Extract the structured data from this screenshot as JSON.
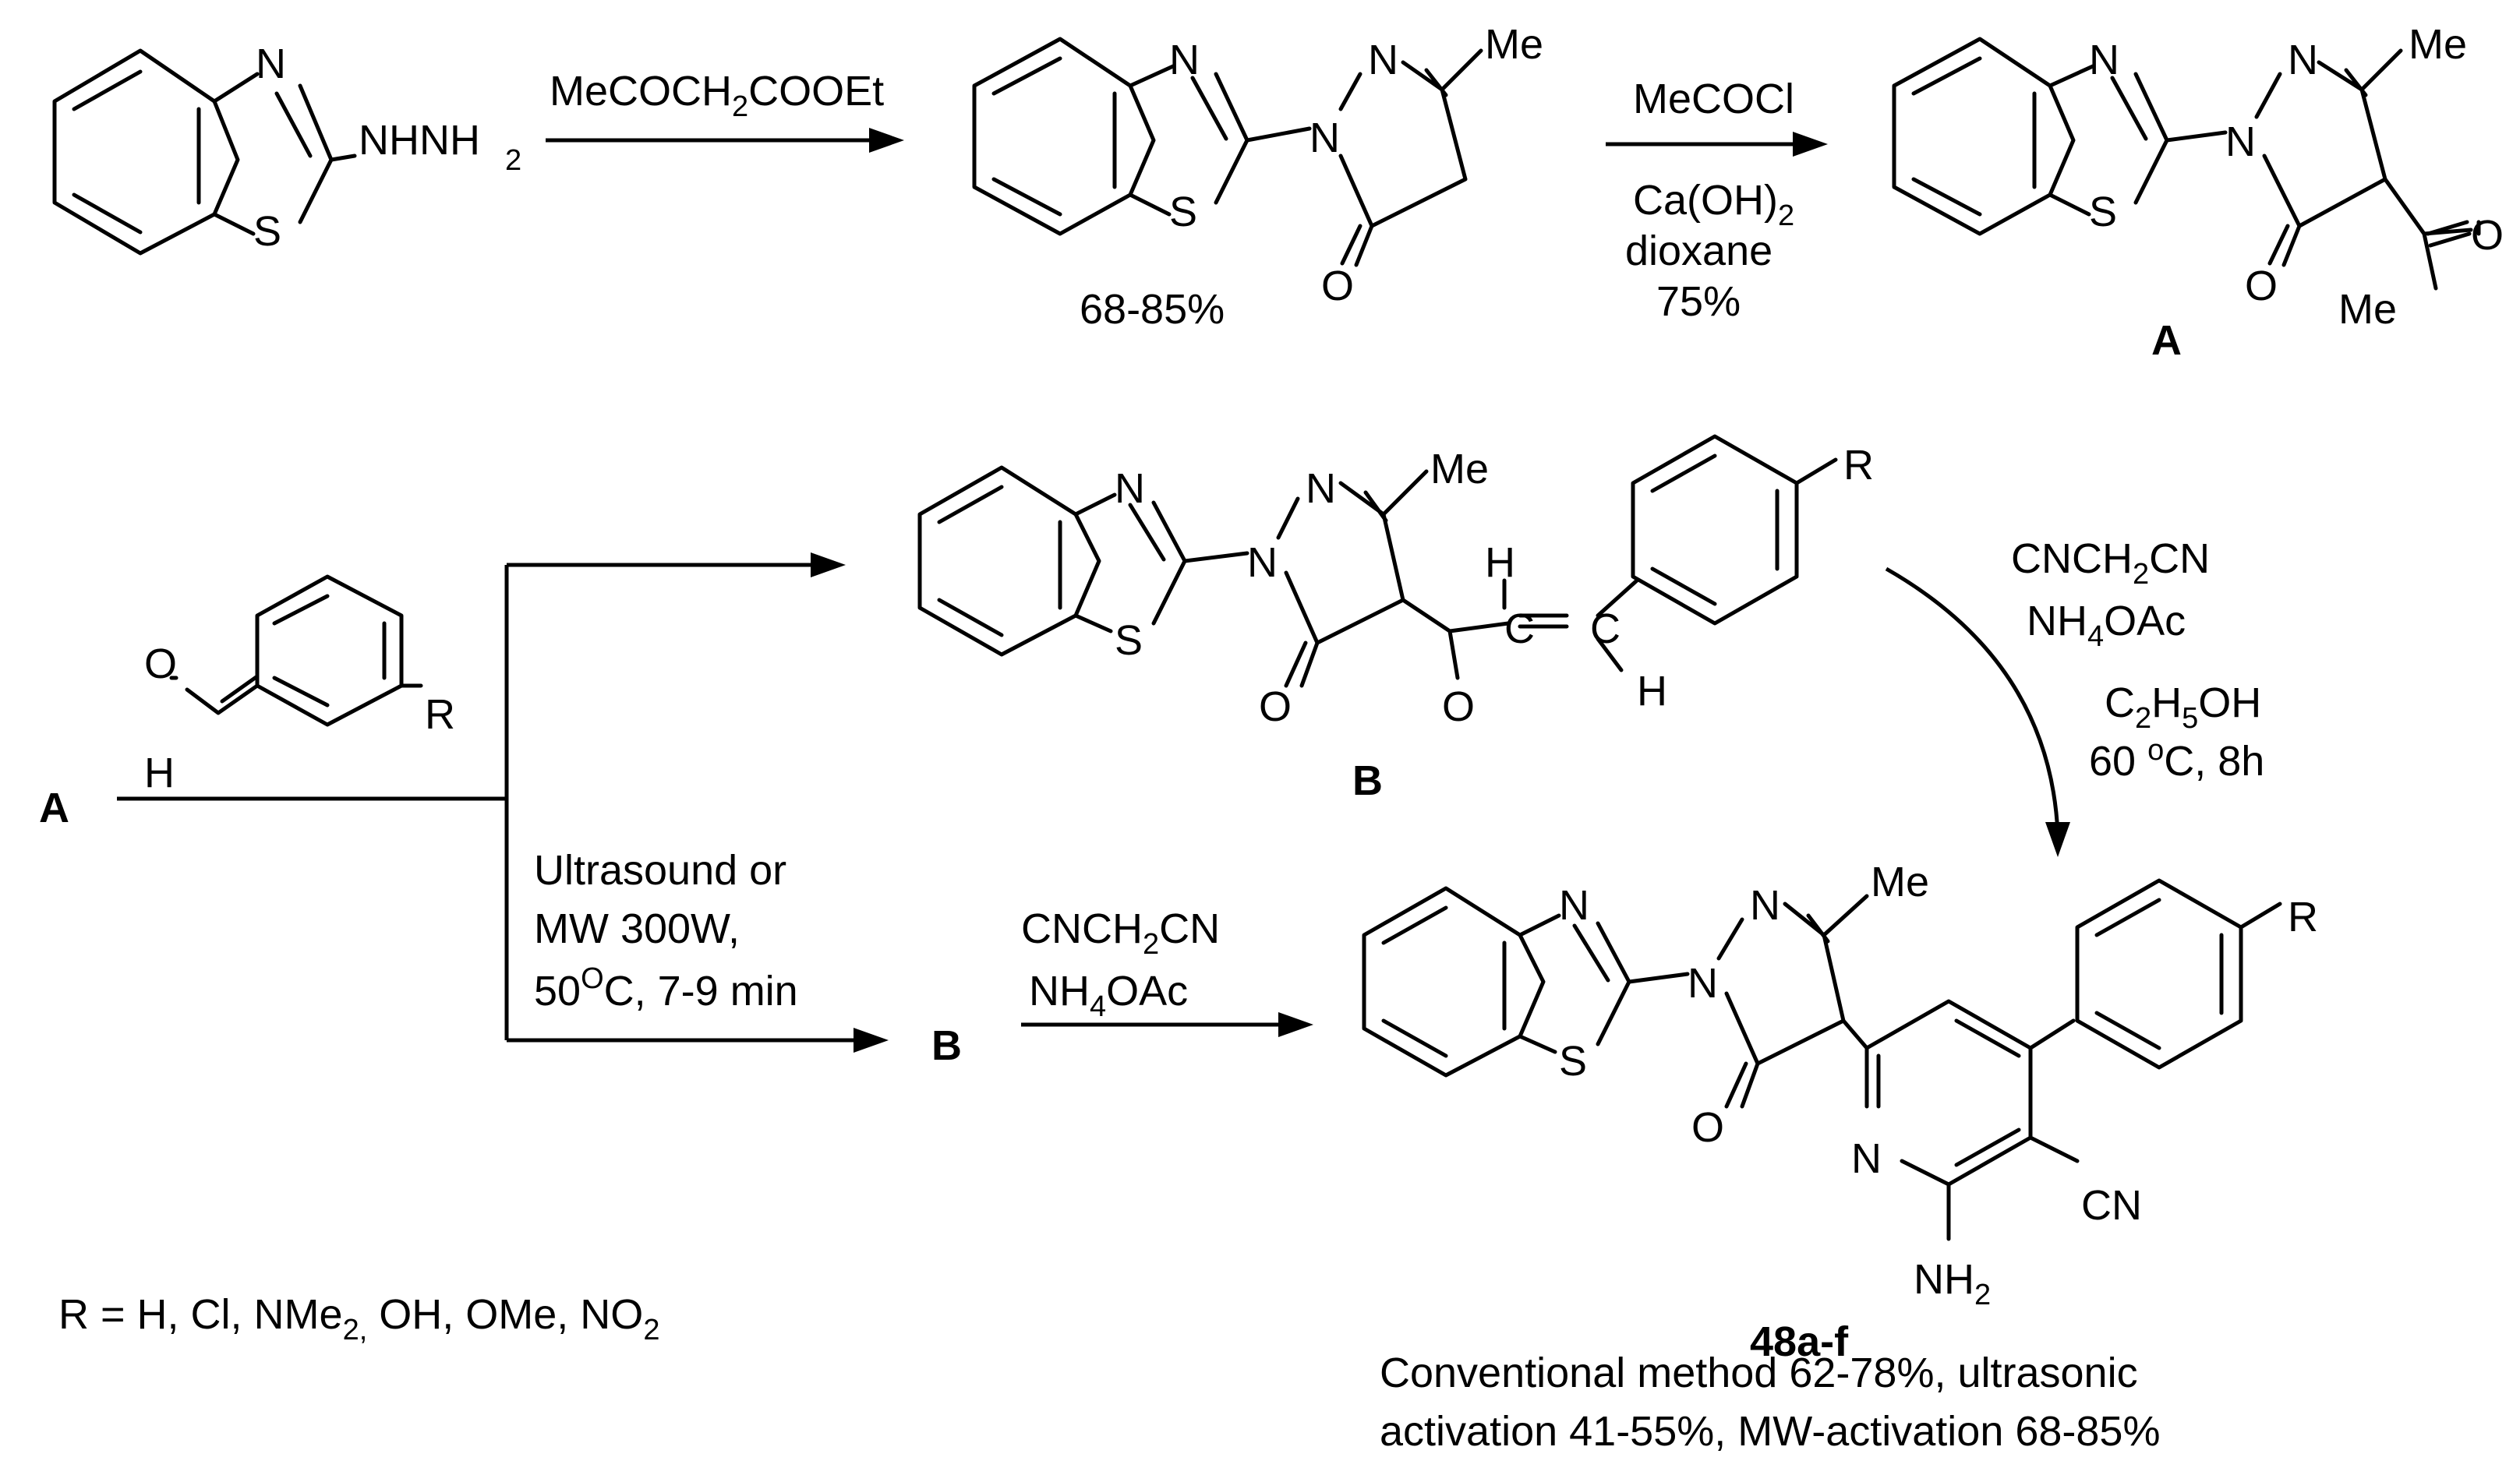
{
  "atoms": {
    "N": "N",
    "S": "S",
    "O": "O",
    "H": "H",
    "Me": "Me",
    "R": "R",
    "CN": "CN",
    "NH": "NH",
    "two": "2",
    "hydrazine": "NHNH",
    "C": "C",
    "eq": "="
  },
  "step1": {
    "reagent_main": "MeCOCH",
    "reagent_sub": "2",
    "reagent_tail": "COOEt",
    "yield": "68-85%"
  },
  "step2": {
    "reagent": "MeCOCl",
    "base_main": "Ca(OH)",
    "base_sub": "2",
    "solvent": "dioxane",
    "yield": "75%"
  },
  "labels": {
    "A": "A",
    "B": "B",
    "product": "48a-f"
  },
  "conditions_right": {
    "malono_a": "CNCH",
    "malono_sub": "2",
    "malono_b": "CN",
    "ammon_a": "NH",
    "ammon_sub": "4",
    "ammon_b": "OAc",
    "eth_a": "C",
    "eth_sub1": "2",
    "eth_b": "H",
    "eth_sub2": "5",
    "eth_c": "OH",
    "temp_a": "60 ",
    "temp_sup": "o",
    "temp_b": "C, 8h"
  },
  "conditions_left": {
    "line1": "Ultrasound or",
    "line2": "MW 300W,",
    "line3_a": "50",
    "line3_sup": "O",
    "line3_b": "C, 7-9 min"
  },
  "conditions_bottom": {
    "malono_a": "CNCH",
    "malono_sub": "2",
    "malono_b": "CN",
    "ammon_a": "NH",
    "ammon_sub": "4",
    "ammon_b": "OAc"
  },
  "r_groups": {
    "prefix": "R = H, Cl, NMe",
    "sub1": "2,",
    "middle": " OH, OMe, NO",
    "sub2": "2"
  },
  "yields_note": {
    "line1": "Conventional method 62-78%, ultrasonic",
    "line2": "activation 41-55%, MW-activation 68-85%"
  }
}
